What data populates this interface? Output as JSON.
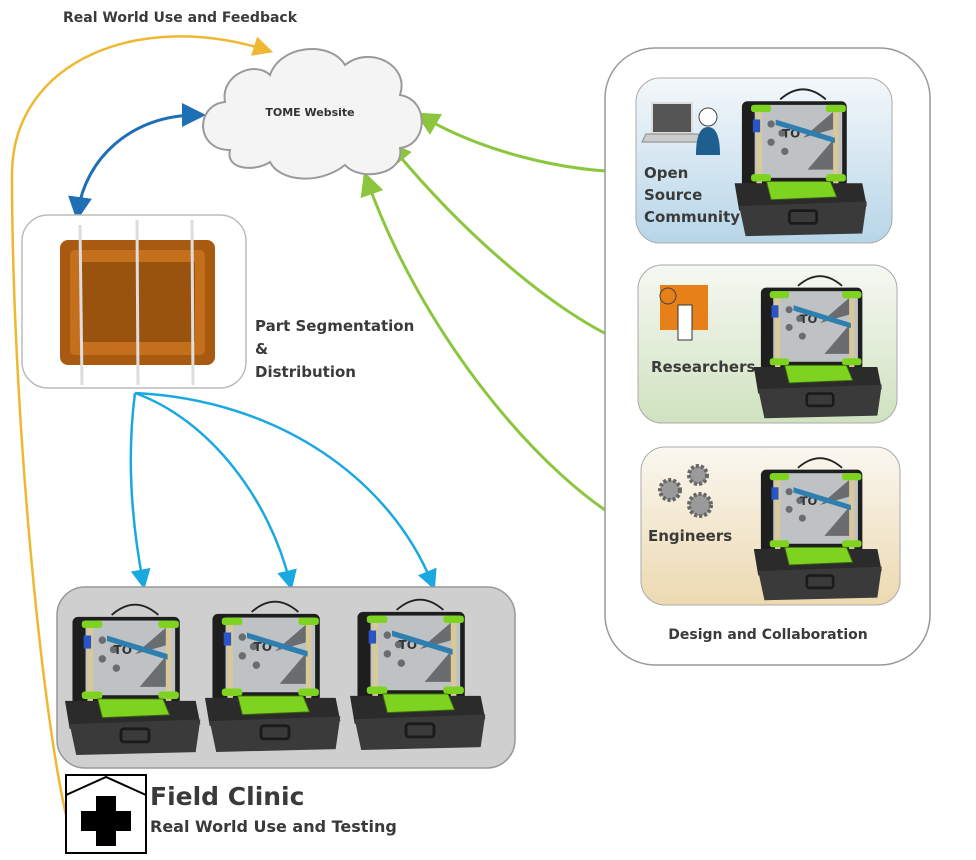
{
  "top_label": "Real World Use and Feedback",
  "website": {
    "label": "TOME Website"
  },
  "segmentation": {
    "line1": "Part Segmentation",
    "line2": "&",
    "line3": "Distribution"
  },
  "field_clinic": {
    "title": "Field Clinic",
    "subtitle": "Real World Use and Testing",
    "icon": "medical-cross-house-icon"
  },
  "design": {
    "title": "Design and Collaboration",
    "cards": [
      {
        "line1": "Open",
        "line2": "Source",
        "line3": "Community",
        "icon": "laptop-user-icon",
        "color": "#c4dcea"
      },
      {
        "line1": "Researchers",
        "icon": "research-icon",
        "color": "#d5e6c8"
      },
      {
        "line1": "Engineers",
        "icon": "gears-icon",
        "color": "#f0e2c4"
      }
    ]
  },
  "colors": {
    "feedback": "#f0b830",
    "website_link": "#1f6fb5",
    "distribution": "#1aa8e0",
    "collaboration": "#8cc63f",
    "printer_green": "#7ed321"
  }
}
